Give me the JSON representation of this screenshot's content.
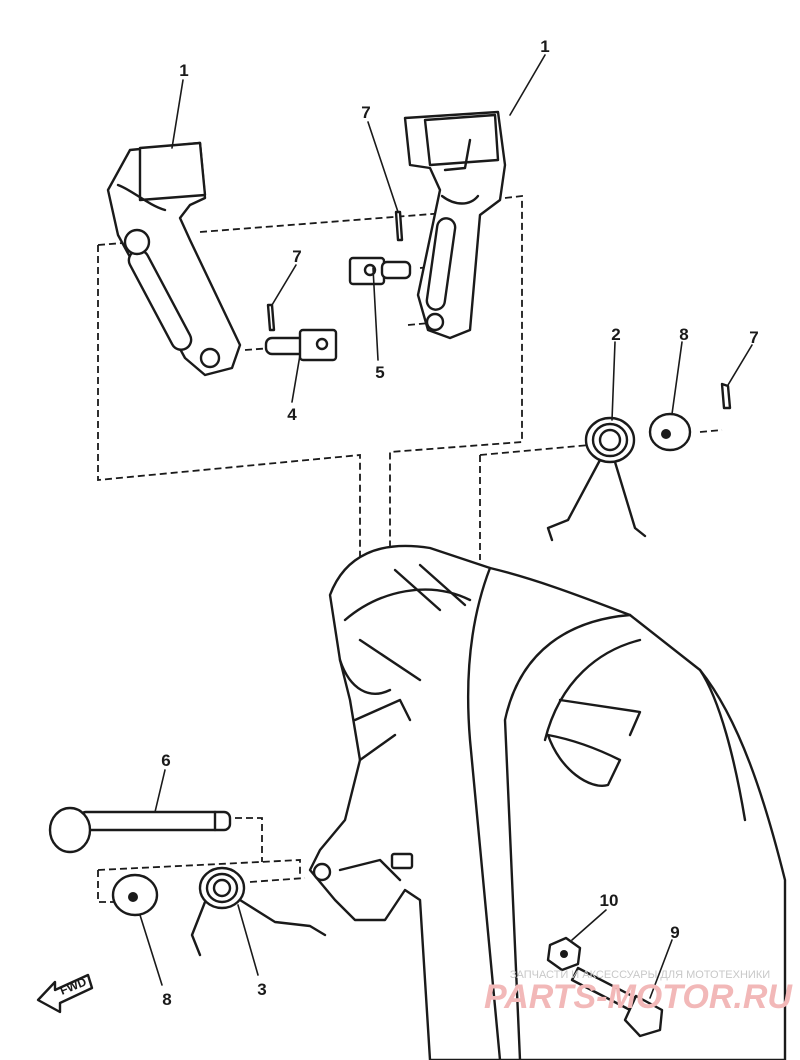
{
  "callouts": {
    "p1_left": "1",
    "p1_right": "1",
    "p7_top": "7",
    "p7_left": "7",
    "p7_right": "7",
    "p5": "5",
    "p4": "4",
    "p2": "2",
    "p8_top": "8",
    "p6": "6",
    "p8_bottom": "8",
    "p3": "3",
    "p10": "10",
    "p9": "9"
  },
  "fwd_label": "FWD",
  "watermark": {
    "tagline": "ЗАПЧАСТИ И АКСЕССУАРЫ ДЛЯ МОТОТЕХНИКИ",
    "brand": "PARTS-MOTOR.RU"
  }
}
